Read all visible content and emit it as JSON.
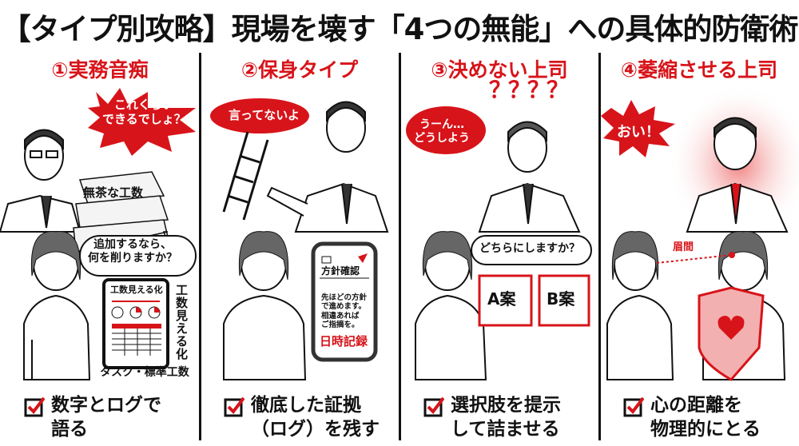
{
  "title": "【タイプ別攻略】現場を壊す「4つの無能」への具体的防衛術",
  "colors": {
    "accent": "#d7141a",
    "ink": "#111111"
  },
  "panels": [
    {
      "header": "①実務音痴",
      "boss_speech": "これくらい\nできるでしょ？",
      "papers_label": "無茶な工数",
      "subordinate_speech": "追加するなら、\n何を削りますか？",
      "tablet_title": "工数見える化",
      "side_label": "工\n数\n見\nえ\nる\n化",
      "bottom_label": "タスク・標準工数",
      "caption": "数字とログで\n語る",
      "icon": "check-box-icon"
    },
    {
      "header": "②保身タイプ",
      "boss_speech": "言ってないよ",
      "phone_title": "方針確認",
      "phone_body": "先ほどの方針\nで進めます。\n相違あれば\nご指摘を。",
      "phone_stamp": "日時記録",
      "caption": "徹底した証拠\n（ログ）を残す",
      "icon": "check-box-icon"
    },
    {
      "header": "③決めない上司",
      "boss_speech": "うーん…\nどうしよう",
      "question_marks": "？？？？",
      "subordinate_speech": "どちらにしますか？",
      "option_a": "A案",
      "option_b": "B案",
      "caption": "選択肢を提示\nして詰ませる",
      "icon": "check-box-icon"
    },
    {
      "header": "④萎縮させる上司",
      "boss_speech": "おい！",
      "focus_label": "眉間",
      "caption": "心の距離を\n物理的にとる",
      "icon": "check-box-icon"
    }
  ]
}
